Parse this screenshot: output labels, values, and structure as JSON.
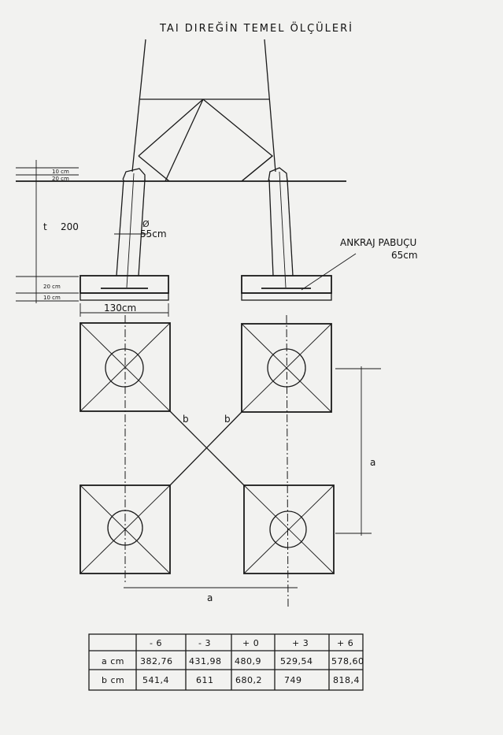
{
  "title": "TAI DIREĞİN TEMEL ÖLÇÜLERİ",
  "section": {
    "depth_label": "t",
    "depth_value": "200",
    "dim_10cm_top": "10 cm",
    "dim_20cm_top": "20 cm",
    "dim_20cm_bottom": "20 cm",
    "dim_10cm_bottom": "10 cm",
    "leg_symbol": "Ø",
    "leg_size": "55cm",
    "anchor_label": "ANKRAJ PABUÇU",
    "anchor_size": "65cm",
    "footing_width": "130cm"
  },
  "plan": {
    "diag_label_left": "b",
    "diag_label_right": "b",
    "side_a_label": "a",
    "bottom_a_label": "a"
  },
  "table": {
    "columns": [
      "",
      "- 6",
      "- 3",
      "+ 0",
      "+ 3",
      "+ 6"
    ],
    "rows": [
      {
        "label": "a cm",
        "values": [
          "382,76",
          "431,98",
          "480,9",
          "529,54",
          "578,60"
        ]
      },
      {
        "label": "b cm",
        "values": [
          "541,4",
          "611",
          "680,2",
          "749",
          "818,4"
        ]
      }
    ]
  }
}
